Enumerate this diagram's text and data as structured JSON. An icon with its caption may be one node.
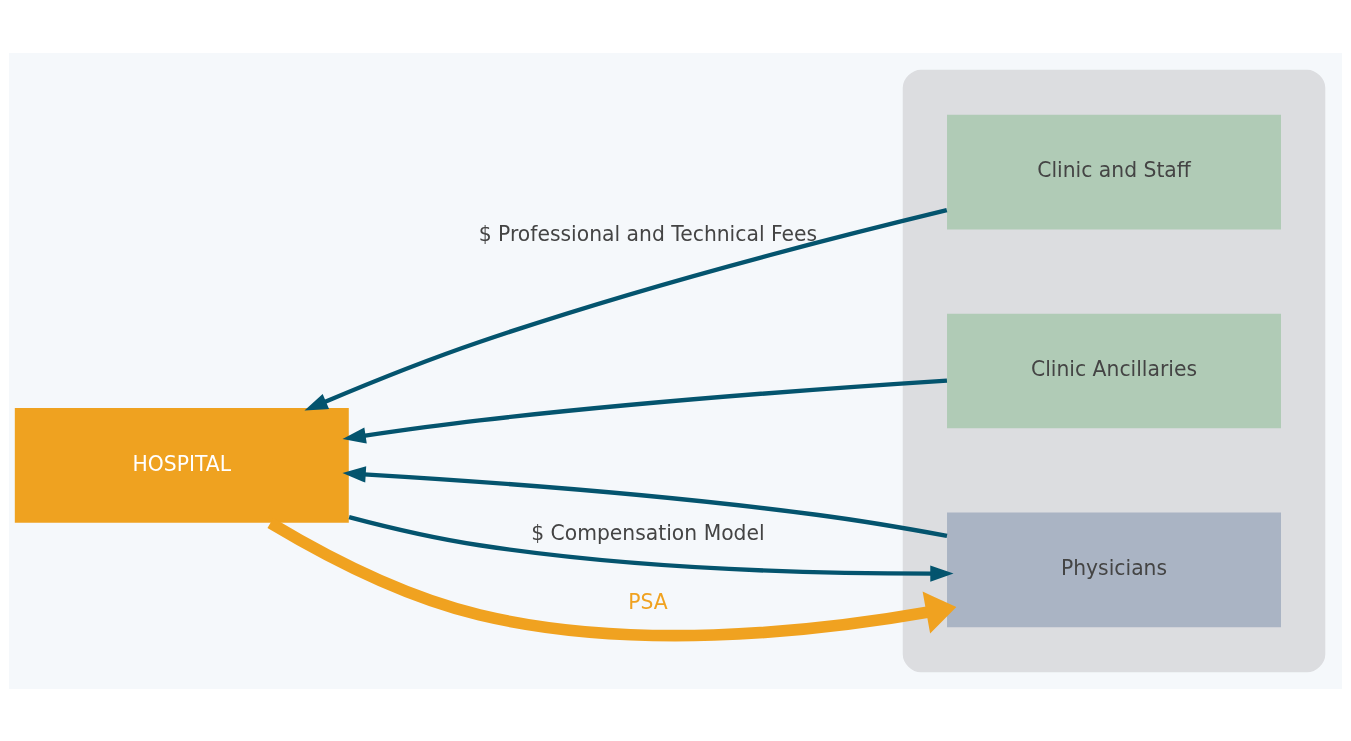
{
  "diagram": {
    "nodes": [
      {
        "text": [],
        "shape": "box"
      },
      {
        "text": [
          "Physicians"
        ],
        "in": 0
      },
      {
        "text": [
          "Clinic and Staff"
        ],
        "in": 0
      },
      {
        "text": [
          "Clinic Ancillaries"
        ],
        "in": 0
      },
      {
        "text": [
          "HOSPITAL"
        ]
      }
    ],
    "edges": [
      {
        "from": 4,
        "to": 1,
        "arrow": "to",
        "label": "$ Compensation Model"
      },
      {
        "from": 4,
        "to": 1,
        "arrow": "to",
        "label": "PSA",
        "style": "thick",
        "color": "#f0a220"
      },
      {
        "from": 1,
        "to": 4,
        "arrow": "to"
      },
      {
        "from": 2,
        "to": 4,
        "arrow": "to",
        "label": "$ Professional and Technical Fees"
      },
      {
        "from": 3,
        "to": 4,
        "arrow": "to"
      }
    ]
  }
}
